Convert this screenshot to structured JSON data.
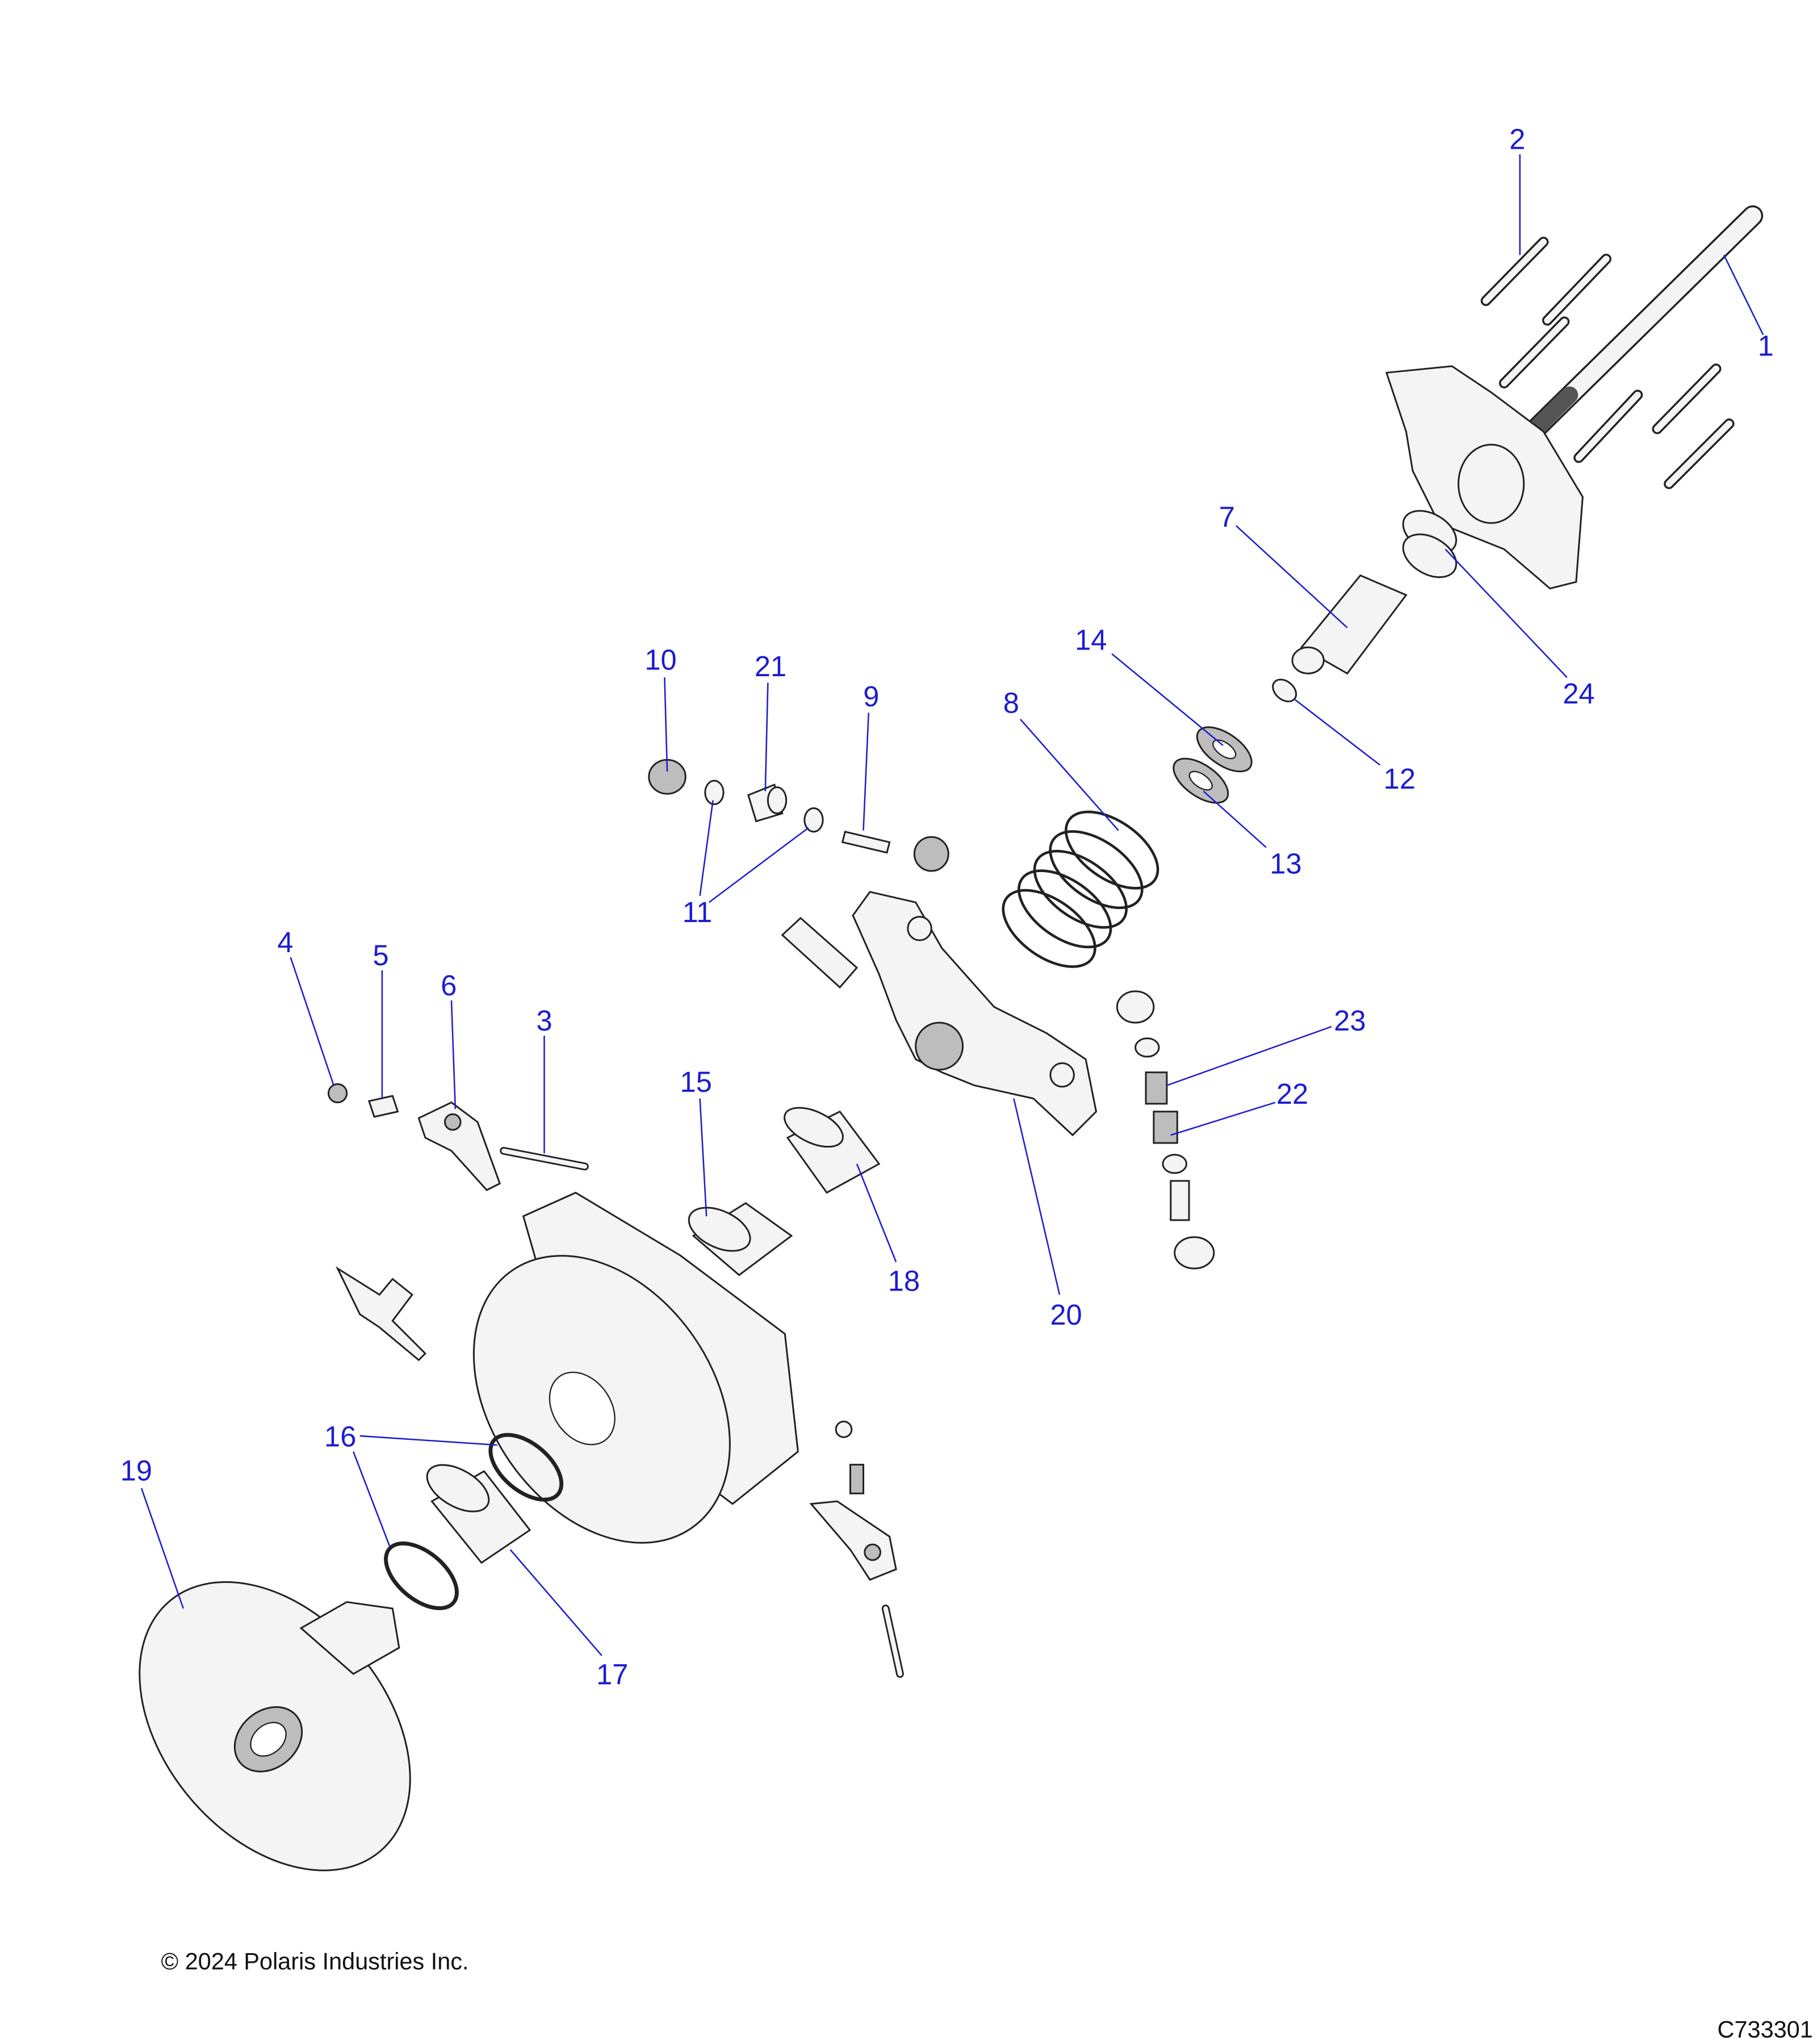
{
  "diagram": {
    "callouts": [
      {
        "id": "1",
        "label": "1"
      },
      {
        "id": "2",
        "label": "2"
      },
      {
        "id": "3",
        "label": "3"
      },
      {
        "id": "4",
        "label": "4"
      },
      {
        "id": "5",
        "label": "5"
      },
      {
        "id": "6",
        "label": "6"
      },
      {
        "id": "7",
        "label": "7"
      },
      {
        "id": "8",
        "label": "8"
      },
      {
        "id": "9",
        "label": "9"
      },
      {
        "id": "10",
        "label": "10"
      },
      {
        "id": "11",
        "label": "11"
      },
      {
        "id": "12",
        "label": "12"
      },
      {
        "id": "13",
        "label": "13"
      },
      {
        "id": "14",
        "label": "14"
      },
      {
        "id": "15",
        "label": "15"
      },
      {
        "id": "16",
        "label": "16"
      },
      {
        "id": "17",
        "label": "17"
      },
      {
        "id": "18",
        "label": "18"
      },
      {
        "id": "19",
        "label": "19"
      },
      {
        "id": "20",
        "label": "20"
      },
      {
        "id": "21",
        "label": "21"
      },
      {
        "id": "22",
        "label": "22"
      },
      {
        "id": "23",
        "label": "23"
      },
      {
        "id": "24",
        "label": "24"
      }
    ],
    "callout_color": "#1c1cd0"
  },
  "footer": {
    "copyright": "© 2024 Polaris Industries Inc.",
    "drawing_number": "C733301"
  }
}
